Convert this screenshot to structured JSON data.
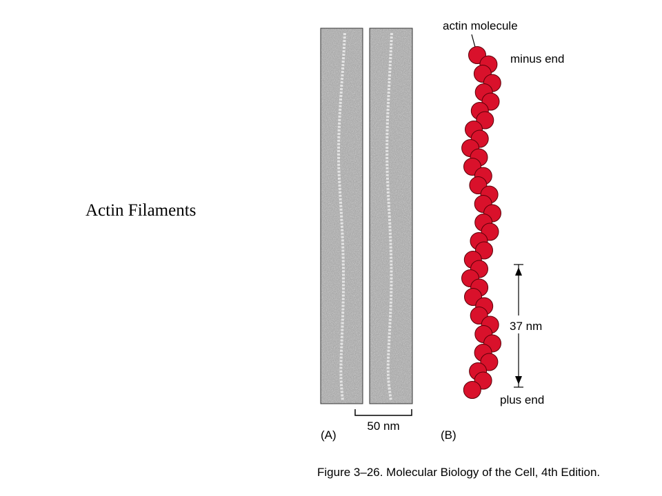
{
  "slide": {
    "title": "Actin Filaments"
  },
  "figure": {
    "panel_a": {
      "label": "(A)",
      "scale_bar_label": "50 nm"
    },
    "panel_b": {
      "label": "(B)",
      "top_label": "actin molecule",
      "minus_end_label": "minus end",
      "plus_end_label": "plus end",
      "repeat_label": "37 nm"
    },
    "caption": "Figure 3–26. Molecular Biology of the Cell, 4th Edition.",
    "colors": {
      "actin_subunit": "#d9112b",
      "subunit_outline": "#5a0008"
    }
  }
}
